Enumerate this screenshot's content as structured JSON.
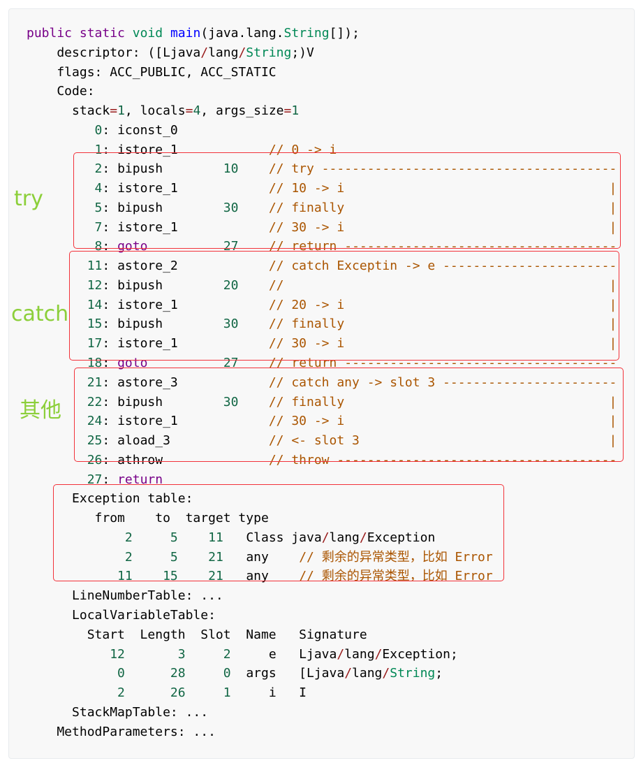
{
  "labels": {
    "try": "try",
    "catch": "catch",
    "other": "其他"
  },
  "colors": {
    "keyword": "#770088",
    "type": "#008855",
    "def": "#0000ff",
    "number": "#116644",
    "comment": "#aa5500",
    "operator": "#981a1a",
    "highlight_box": "#f2323a",
    "label": "#8ccf3a"
  },
  "code": {
    "lines": [
      [
        [
          "public",
          "k"
        ],
        [
          " ",
          ""
        ],
        [
          "static",
          "k"
        ],
        [
          " ",
          ""
        ],
        [
          "void",
          "t"
        ],
        [
          " ",
          ""
        ],
        [
          "main",
          "f"
        ],
        [
          "(java.lang.",
          ""
        ],
        [
          "String",
          "t"
        ],
        [
          "[]);",
          ""
        ]
      ],
      [
        [
          "    descriptor: ([Ljava",
          ""
        ],
        [
          "/",
          "o"
        ],
        [
          "lang",
          ""
        ],
        [
          "/",
          "o"
        ],
        [
          "String",
          "t"
        ],
        [
          ";)V",
          ""
        ]
      ],
      [
        [
          "    flags: ACC_PUBLIC, ACC_STATIC",
          ""
        ]
      ],
      [
        [
          "    Code:",
          ""
        ]
      ],
      [
        [
          "      stack",
          ""
        ],
        [
          "=",
          "o"
        ],
        [
          "1",
          "n"
        ],
        [
          ", locals",
          ""
        ],
        [
          "=",
          "o"
        ],
        [
          "4",
          "n"
        ],
        [
          ", args_size",
          ""
        ],
        [
          "=",
          "o"
        ],
        [
          "1",
          "n"
        ]
      ],
      [
        [
          "         ",
          ""
        ],
        [
          "0",
          "n"
        ],
        [
          ": iconst_0",
          ""
        ]
      ],
      [
        [
          "         ",
          ""
        ],
        [
          "1",
          "n"
        ],
        [
          ": istore_1            ",
          ""
        ],
        [
          "// 0 -> i",
          "c"
        ]
      ],
      [
        [
          "         ",
          ""
        ],
        [
          "2",
          "n"
        ],
        [
          ": bipush        ",
          ""
        ],
        [
          "10",
          "n"
        ],
        [
          "    ",
          ""
        ],
        [
          "// try ---------------------------------------",
          "c"
        ]
      ],
      [
        [
          "         ",
          ""
        ],
        [
          "4",
          "n"
        ],
        [
          ": istore_1            ",
          ""
        ],
        [
          "// 10 -> i                                   |",
          "c"
        ]
      ],
      [
        [
          "         ",
          ""
        ],
        [
          "5",
          "n"
        ],
        [
          ": bipush        ",
          ""
        ],
        [
          "30",
          "n"
        ],
        [
          "    ",
          ""
        ],
        [
          "// finally                                   |",
          "c"
        ]
      ],
      [
        [
          "         ",
          ""
        ],
        [
          "7",
          "n"
        ],
        [
          ": istore_1            ",
          ""
        ],
        [
          "// 30 -> i                                   |",
          "c"
        ]
      ],
      [
        [
          "         ",
          ""
        ],
        [
          "8",
          "n"
        ],
        [
          ": ",
          ""
        ],
        [
          "goto",
          "k"
        ],
        [
          "          ",
          ""
        ],
        [
          "27",
          "n"
        ],
        [
          "    ",
          ""
        ],
        [
          "// return ------------------------------------",
          "c"
        ]
      ],
      [
        [
          "        ",
          ""
        ],
        [
          "11",
          "n"
        ],
        [
          ": astore_2            ",
          ""
        ],
        [
          "// catch Exceptin -> e -----------------------",
          "c"
        ]
      ],
      [
        [
          "        ",
          ""
        ],
        [
          "12",
          "n"
        ],
        [
          ": bipush        ",
          ""
        ],
        [
          "20",
          "n"
        ],
        [
          "    ",
          ""
        ],
        [
          "//                                           |",
          "c"
        ]
      ],
      [
        [
          "        ",
          ""
        ],
        [
          "14",
          "n"
        ],
        [
          ": istore_1            ",
          ""
        ],
        [
          "// 20 -> i                                   |",
          "c"
        ]
      ],
      [
        [
          "        ",
          ""
        ],
        [
          "15",
          "n"
        ],
        [
          ": bipush        ",
          ""
        ],
        [
          "30",
          "n"
        ],
        [
          "    ",
          ""
        ],
        [
          "// finally                                   |",
          "c"
        ]
      ],
      [
        [
          "        ",
          ""
        ],
        [
          "17",
          "n"
        ],
        [
          ": istore_1            ",
          ""
        ],
        [
          "// 30 -> i                                   |",
          "c"
        ]
      ],
      [
        [
          "        ",
          ""
        ],
        [
          "18",
          "n"
        ],
        [
          ": ",
          ""
        ],
        [
          "goto",
          "k"
        ],
        [
          "          ",
          ""
        ],
        [
          "27",
          "n"
        ],
        [
          "    ",
          ""
        ],
        [
          "// return ------------------------------------",
          "c"
        ]
      ],
      [
        [
          "        ",
          ""
        ],
        [
          "21",
          "n"
        ],
        [
          ": astore_3            ",
          ""
        ],
        [
          "// catch any -> slot 3 -----------------------",
          "c"
        ]
      ],
      [
        [
          "        ",
          ""
        ],
        [
          "22",
          "n"
        ],
        [
          ": bipush        ",
          ""
        ],
        [
          "30",
          "n"
        ],
        [
          "    ",
          ""
        ],
        [
          "// finally                                   |",
          "c"
        ]
      ],
      [
        [
          "        ",
          ""
        ],
        [
          "24",
          "n"
        ],
        [
          ": istore_1            ",
          ""
        ],
        [
          "// 30 -> i                                   |",
          "c"
        ]
      ],
      [
        [
          "        ",
          ""
        ],
        [
          "25",
          "n"
        ],
        [
          ": aload_3             ",
          ""
        ],
        [
          "// <- slot 3                                 |",
          "c"
        ]
      ],
      [
        [
          "        ",
          ""
        ],
        [
          "26",
          "n"
        ],
        [
          ": athrow              ",
          ""
        ],
        [
          "// throw -------------------------------------",
          "c"
        ]
      ],
      [
        [
          "        ",
          ""
        ],
        [
          "27",
          "n"
        ],
        [
          ": ",
          ""
        ],
        [
          "return",
          "k"
        ]
      ],
      [
        [
          "      Exception table:",
          ""
        ]
      ],
      [
        [
          "         from    to  target type",
          ""
        ]
      ],
      [
        [
          "             ",
          ""
        ],
        [
          "2",
          "n"
        ],
        [
          "     ",
          ""
        ],
        [
          "5",
          "n"
        ],
        [
          "    ",
          ""
        ],
        [
          "11",
          "n"
        ],
        [
          "   Class java",
          ""
        ],
        [
          "/",
          "o"
        ],
        [
          "lang",
          ""
        ],
        [
          "/",
          "o"
        ],
        [
          "Exception",
          ""
        ]
      ],
      [
        [
          "             ",
          ""
        ],
        [
          "2",
          "n"
        ],
        [
          "     ",
          ""
        ],
        [
          "5",
          "n"
        ],
        [
          "    ",
          ""
        ],
        [
          "21",
          "n"
        ],
        [
          "   any    ",
          ""
        ],
        [
          "// 剩余的异常类型，比如 Error",
          "c"
        ]
      ],
      [
        [
          "            ",
          ""
        ],
        [
          "11",
          "n"
        ],
        [
          "    ",
          ""
        ],
        [
          "15",
          "n"
        ],
        [
          "    ",
          ""
        ],
        [
          "21",
          "n"
        ],
        [
          "   any    ",
          ""
        ],
        [
          "// 剩余的异常类型，比如 Error",
          "c"
        ]
      ],
      [
        [
          "      LineNumberTable: ...",
          ""
        ]
      ],
      [
        [
          "      LocalVariableTable:",
          ""
        ]
      ],
      [
        [
          "        Start  Length  Slot  Name   Signature",
          ""
        ]
      ],
      [
        [
          "           ",
          ""
        ],
        [
          "12",
          "n"
        ],
        [
          "       ",
          ""
        ],
        [
          "3",
          "n"
        ],
        [
          "     ",
          ""
        ],
        [
          "2",
          "n"
        ],
        [
          "     e   Ljava",
          ""
        ],
        [
          "/",
          "o"
        ],
        [
          "lang",
          ""
        ],
        [
          "/",
          "o"
        ],
        [
          "Exception;",
          ""
        ]
      ],
      [
        [
          "            ",
          ""
        ],
        [
          "0",
          "n"
        ],
        [
          "      ",
          ""
        ],
        [
          "28",
          "n"
        ],
        [
          "     ",
          ""
        ],
        [
          "0",
          "n"
        ],
        [
          "  args   [Ljava",
          ""
        ],
        [
          "/",
          "o"
        ],
        [
          "lang",
          ""
        ],
        [
          "/",
          "o"
        ],
        [
          "String",
          "t"
        ],
        [
          ";",
          ""
        ]
      ],
      [
        [
          "            ",
          ""
        ],
        [
          "2",
          "n"
        ],
        [
          "      ",
          ""
        ],
        [
          "26",
          "n"
        ],
        [
          "     ",
          ""
        ],
        [
          "1",
          "n"
        ],
        [
          "     i   I",
          ""
        ]
      ],
      [
        [
          "      StackMapTable: ...",
          ""
        ]
      ],
      [
        [
          "    MethodParameters: ...",
          ""
        ]
      ]
    ]
  }
}
